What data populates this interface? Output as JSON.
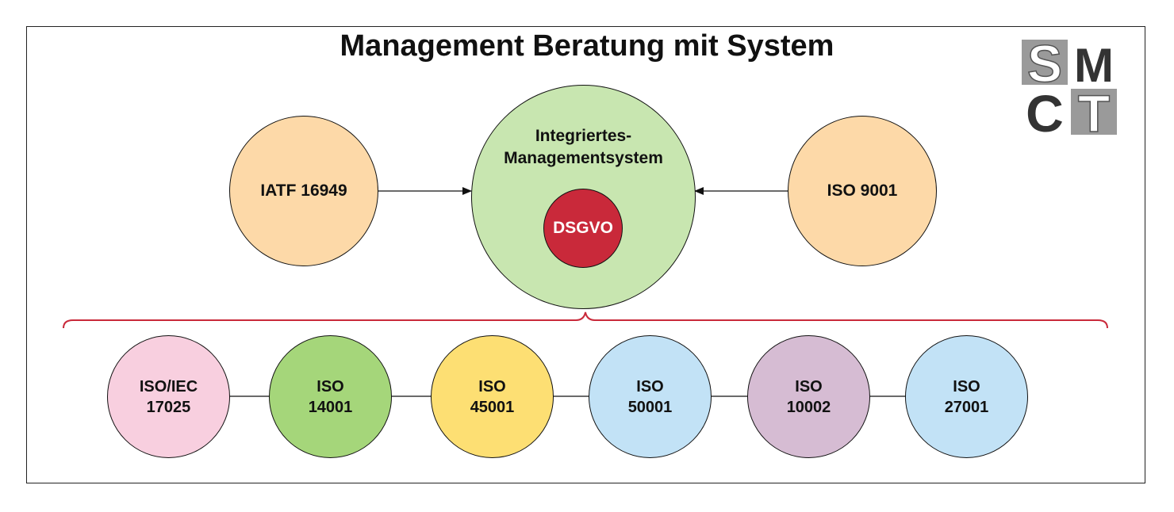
{
  "title": "Management Beratung mit System",
  "logo": {
    "letters": [
      "S",
      "M",
      "C",
      "T"
    ]
  },
  "top_row": {
    "left": {
      "label": "IATF 16949",
      "color": "#fdd9a8"
    },
    "center": {
      "line1": "Integriertes-",
      "line2": "Managementsystem",
      "color": "#c8e6b0"
    },
    "inner": {
      "label": "DSGVO",
      "color": "#c9293a",
      "text_color": "#ffffff"
    },
    "right": {
      "label": "ISO 9001",
      "color": "#fdd9a8"
    }
  },
  "standards": [
    {
      "line1": "ISO/IEC",
      "line2": "17025",
      "color": "#f8cfdf"
    },
    {
      "line1": "ISO",
      "line2": "14001",
      "color": "#a5d67a"
    },
    {
      "line1": "ISO",
      "line2": "45001",
      "color": "#fddf73"
    },
    {
      "line1": "ISO",
      "line2": "50001",
      "color": "#c2e2f6"
    },
    {
      "line1": "ISO",
      "line2": "10002",
      "color": "#d6bcd3"
    },
    {
      "line1": "ISO",
      "line2": "27001",
      "color": "#c2e2f6"
    }
  ],
  "colors": {
    "brace": "#c9293a",
    "border": "#111111"
  }
}
